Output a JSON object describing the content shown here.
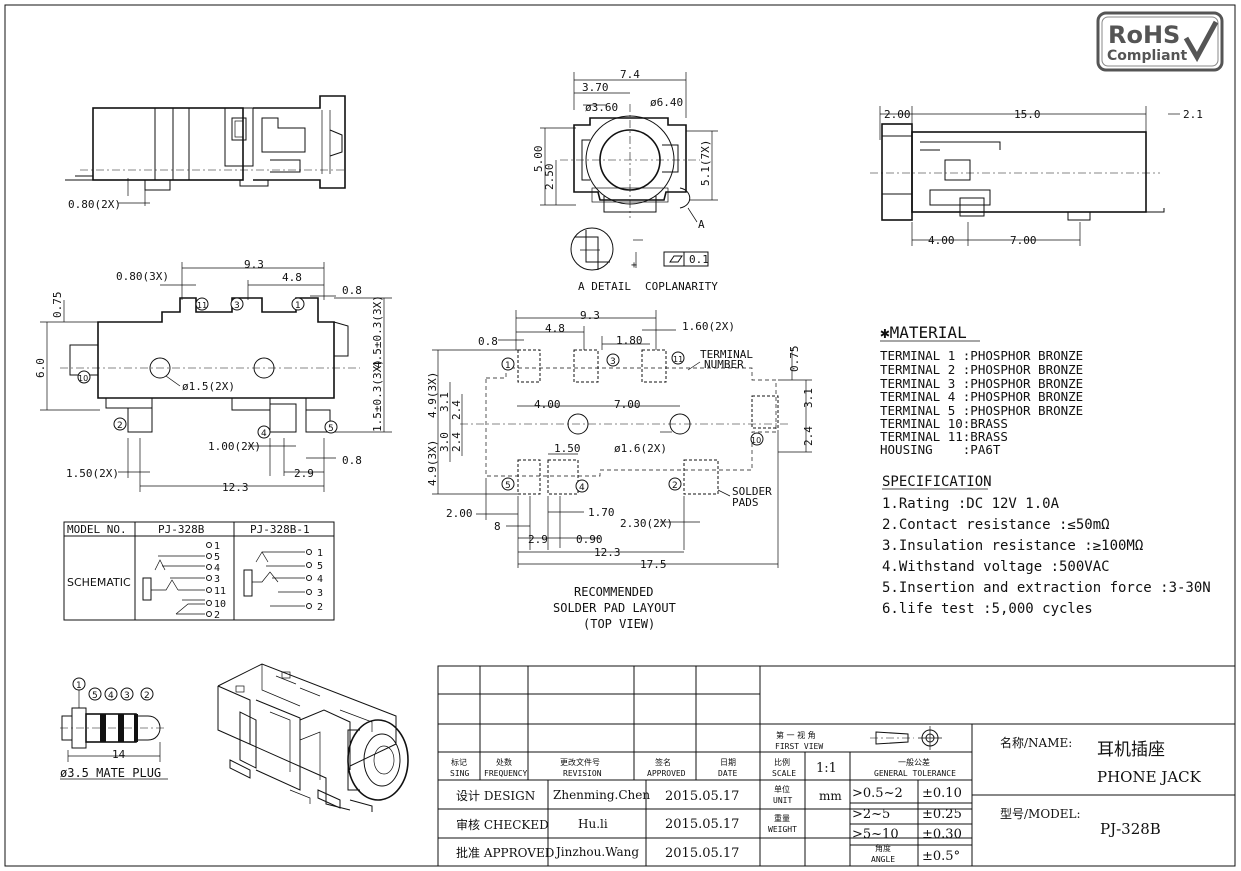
{
  "badge": {
    "line1": "RoHS",
    "line2": "Compliant"
  },
  "dims": {
    "side_080_2x": "0.80(2X)",
    "front_7_4": "7.4",
    "front_3_70": "3.70",
    "front_3_60": "ø3.60",
    "front_6_40": "ø6.40",
    "front_5_00": "5.00",
    "front_2_50": "2.50",
    "front_5_1": "5.1(7X)",
    "front_a": "A",
    "rv_2_00": "2.00",
    "rv_15_0": "15.0",
    "rv_2_1": "2.1",
    "rv_4_00": "4.00",
    "rv_7_00": "7.00",
    "top_9_3": "9.3",
    "top_080_3x": "0.80(3X)",
    "top_4_8": "4.8",
    "top_0_8a": "0.8",
    "top_0_75": "0.75",
    "top_4_5a": "4.5±0.3(3X)",
    "top_6_0": "6.0",
    "top_phi15": "ø1.5(2X)",
    "top_1_00": "1.00(2X)",
    "top_1_5b": "1.5±0.3(3X)",
    "top_0_8b": "0.8",
    "top_150_2x": "1.50(2X)",
    "top_2_9": "2.9",
    "top_12_3": "12.3",
    "pad_9_3": "9.3",
    "pad_4_8": "4.8",
    "pad_1_80": "1.80",
    "pad_160_2x": "1.60(2X)",
    "pad_0_8": "0.8",
    "pad_0_75": "0.75",
    "pad_4_9a": "4.9(3X)",
    "pad_3_1a": "3.1",
    "pad_2_4a": "2.4",
    "pad_4_00": "4.00",
    "pad_7_00": "7.00",
    "pad_3_1b": "3.1",
    "pad_2_4b": "2.4",
    "pad_4_9b": "4.9(3X)",
    "pad_3_0": "3.0",
    "pad_2_4c": "2.4",
    "pad_1_50": "1.50",
    "pad_phi16": "ø1.6(2X)",
    "pad_2_00": "2.00",
    "pad_8": "8",
    "pad_1_70": "1.70",
    "pad_230_2x": "2.30(2X)",
    "pad_2_9": "2.9",
    "pad_0_90": "0.90",
    "pad_12_3": "12.3",
    "pad_17_5": "17.5",
    "plug_14": "14"
  },
  "detail": {
    "a_detail": "A DETAIL",
    "coplanarity": "COPLANARITY",
    "tol": "0.1"
  },
  "pad_labels": {
    "terminal_number_1": "TERMINAL",
    "terminal_number_2": "NUMBER",
    "solder_1": "SOLDER",
    "solder_2": "PADS"
  },
  "pad_caption": {
    "l1": "RECOMMENDED",
    "l2": "SOLDER PAD LAYOUT",
    "l3": "(TOP VIEW)"
  },
  "pin_numbers": {
    "p1": "1",
    "p2": "2",
    "p3": "3",
    "p4": "4",
    "p5": "5",
    "p10": "10",
    "p11": "11"
  },
  "material": {
    "title": "✱MATERIAL",
    "rows": [
      "TERMINAL 1 :PHOSPHOR BRONZE",
      "TERMINAL 2 :PHOSPHOR BRONZE",
      "TERMINAL 3 :PHOSPHOR BRONZE",
      "TERMINAL 4 :PHOSPHOR BRONZE",
      "TERMINAL 5 :PHOSPHOR BRONZE",
      "TERMINAL 10:BRASS",
      "TERMINAL 11:BRASS",
      "HOUSING    :PA6T"
    ]
  },
  "specification": {
    "title": "SPECIFICATION",
    "rows": [
      "1.Rating :DC 12V 1.0A",
      "2.Contact resistance :≤50mΩ",
      "3.Insulation resistance :≥100MΩ",
      "4.Withstand voltage :500VAC",
      "5.Insertion and extraction force :3-30N",
      "6.life test :5,000 cycles"
    ]
  },
  "schematic": {
    "h_model": "MODEL NO.",
    "h_a": "PJ-328B",
    "h_b": "PJ-328B-1",
    "label": "SCHEMATIC",
    "pins_a": [
      "1",
      "5",
      "4",
      "3",
      "11",
      "10",
      "2"
    ],
    "pins_b": [
      "1",
      "5",
      "4",
      "3",
      "2"
    ]
  },
  "plug": {
    "caption": "ø3.5 MATE PLUG",
    "nums": [
      "1",
      "5",
      "4",
      "3",
      "2"
    ]
  },
  "title_block": {
    "first_view_cn": "第 一 视 角",
    "first_view_en": "FIRST VIEW",
    "h_sing_cn": "标记",
    "h_sing_en": "SING",
    "h_freq_cn": "处数",
    "h_freq_en": "FREQUENCY",
    "h_rev_cn": "更改文件号",
    "h_rev_en": "REVISION",
    "h_appr_cn": "签名",
    "h_appr_en": "APPROVED",
    "h_date_cn": "日期",
    "h_date_en": "DATE",
    "h_scale_cn": "比例",
    "h_scale_en": "SCALE",
    "scale": "1:1",
    "h_tol_cn": "一般公差",
    "h_tol_en": "GENERAL TOLERANCE",
    "design": "设计 DESIGN",
    "checked": "审核 CHECKED",
    "approved": "批准 APPROVED",
    "design_by": "Zhenming.Chen",
    "checked_by": "Hu.li",
    "approved_by": "Jinzhou.Wang",
    "design_date": "2015.05.17",
    "checked_date": "2015.05.17",
    "approved_date": "2015.05.17",
    "unit_cn": "单位",
    "unit_en": "UNIT",
    "unit": "mm",
    "weight_cn": "重量",
    "weight_en": "WEIGHT",
    "angle_cn": "角度",
    "angle_en": "ANGLE",
    "tol_rows": [
      ">0.5~2",
      ">2~5",
      ">5~10"
    ],
    "tol_vals": [
      "±0.10",
      "±0.25",
      "±0.30"
    ],
    "tol_angle": "±0.5°",
    "name_label": "名称/NAME:",
    "name_cn": "耳机插座",
    "name_en": "PHONE JACK",
    "model_label": "型号/MODEL:",
    "model": "PJ-328B"
  }
}
